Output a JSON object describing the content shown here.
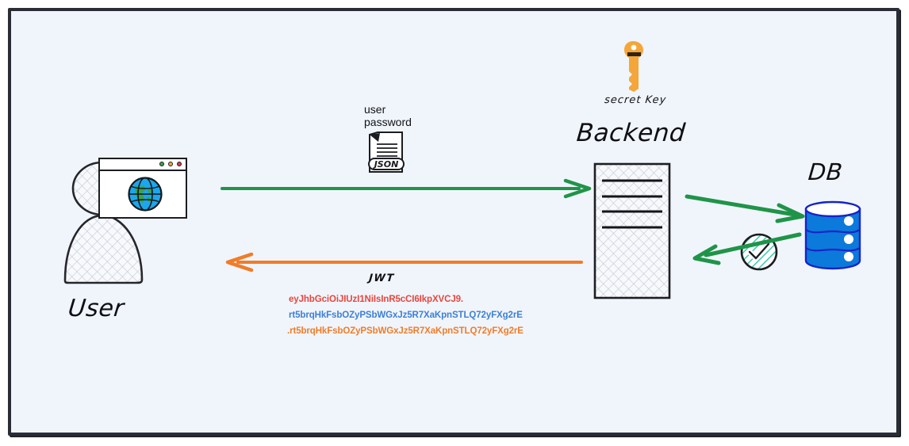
{
  "diagram": {
    "title": "JWT authentication flow",
    "background_color": "#f0f5fc",
    "frame_color": "#2b2d35"
  },
  "actors": {
    "user": {
      "label": "User",
      "icon": "user-with-browser-icon",
      "browser": {
        "icon": "browser-window-icon",
        "globe_icon": "globe-icon",
        "dots": [
          "#3fa246",
          "#f0a830",
          "#e0393e"
        ]
      }
    },
    "backend": {
      "label": "Backend",
      "icon": "server-icon"
    },
    "database": {
      "label": "DB",
      "icon": "database-cylinder-icon",
      "color": "#0b7ada"
    },
    "secret_key": {
      "label": "secret Key",
      "icon": "key-icon",
      "color": "#f4a63a"
    },
    "verified": {
      "icon": "check-circle-icon",
      "color": "#2ec4a6"
    }
  },
  "payload": {
    "line1": "user",
    "line2": "password",
    "icon": "json-document-icon",
    "icon_label": "JSON"
  },
  "response": {
    "label": "JWT",
    "token_lines": [
      {
        "text": "eyJhbGciOiJIUzI1NiIsInR5cCI6IkpXVCJ9.",
        "color": "#e8453c"
      },
      {
        "text": "rt5brqHkFsbOZyPSbWGxJz5R7XaKpnSTLQ72yFXg2rE",
        "color": "#3d7fd4"
      },
      {
        "text": ".rt5brqHkFsbOZyPSbWGxJz5R7XaKpnSTLQ72yFXg2rE",
        "color": "#f07c28"
      }
    ]
  },
  "arrows": {
    "request": {
      "name": "user-to-backend-arrow",
      "color": "#1f9448"
    },
    "response": {
      "name": "backend-to-user-arrow",
      "color": "#f07c28"
    },
    "db_write": {
      "name": "backend-to-db-arrow",
      "color": "#1f9448"
    },
    "db_read": {
      "name": "db-to-backend-arrow",
      "color": "#1f9448"
    }
  }
}
